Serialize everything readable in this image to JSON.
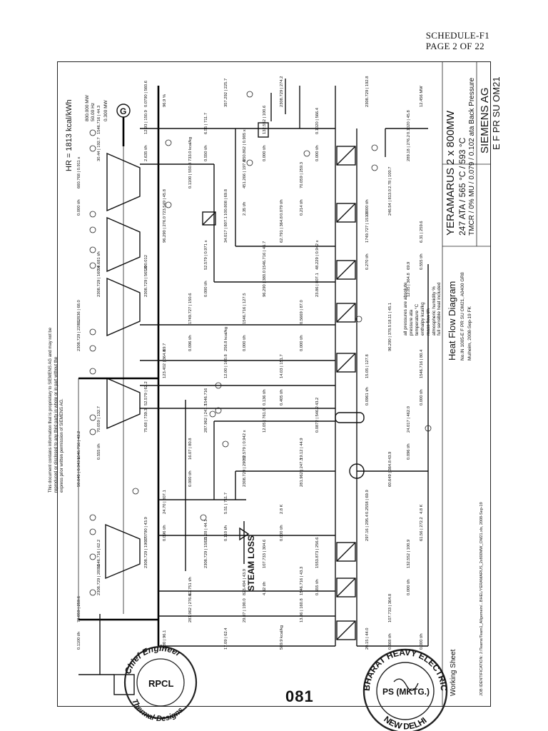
{
  "header": {
    "schedule": "SCHEDULE-F1",
    "page": "PAGE 2 OF 22"
  },
  "title_block": {
    "project": "YERAMARUS 2 x 800MW",
    "steam_params": "247 ATA / 565 °C / 593 °C",
    "load_case": "TMCR / 0% MU / 0.079 / 0.102 ata Back Pressure",
    "company": "SIEMENS AG",
    "doc_code": "E F PR SU OM21",
    "diagram_title": "Heat Flow Diagram",
    "doc_no": "No.IN 1005-E F PR SU OM21, A0400 GR8",
    "author_date": "Mulheim, 2008-Sep-19 FK"
  },
  "heat_rate": "HR = 1813 kcal/kWh",
  "generator": {
    "symbol": "G",
    "output": "800.000 MW",
    "freq": "50.00 Hz",
    "aux": "0.300 MW"
  },
  "labels": {
    "steam_loss": "STEAM LOSS",
    "working_sheet": "Working Sheet",
    "page_number": "081",
    "job_id": "JOB IDENTIFICATION: J:/Teams/Team1_Allgemein/...BHEL/YERAMARUS_2x800MW_OM21.xls, 2008-Sep-19",
    "disclaimer_1": "This document contains information that is proprietary to SIEMENS AG and may not be",
    "disclaimer_2": "reproduced or disclosed to any third party in whole or in part without the",
    "disclaimer_3": "express prior written permission of SIEMENS AG."
  },
  "legend": {
    "line1": "all pressures are absolute",
    "line2": "pressure ata",
    "line3": "temperature °C",
    "line4": "enthalpy kcal/kg",
    "line5": "mass flow t/h",
    "line6": "atmospheric humidity %",
    "line7": "full sensible heat included"
  },
  "stamps": {
    "left_outer": "Chief Engineer",
    "left_bottom": "Thermal-Designs",
    "left_center": "RPCL",
    "right_outer": "BHARAT HEAVY ELECTRICALS LIMITED",
    "right_bottom": "NEW DELHI",
    "right_center": "PS (MKTG.)"
  },
  "annotations": [
    "0.0790 | 560.6",
    "850.862 | 0.905 x",
    "0.000 t/h",
    "58.681 t/h",
    "256.8 kcal/kg",
    "43.2",
    "1546.716 | 43.2",
    "31.28 | 44.1",
    "1546.716 | 43.3",
    "0.000 t/h",
    "733.0 kcal/kg",
    "0.079 t/h",
    "69.9",
    "69.7",
    "0.136 t/h",
    "43.9",
    "0.0790 | 43.9",
    "823.494 | 43.9",
    "20.15 | 44.0",
    "1546.716 | 44.3",
    "100.808 | 69.8",
    "48.229 | 0.942 x",
    "0.2836 | 68.0",
    "1546.716",
    "19.12 | 44.9",
    "4.8 K",
    "62.751 t/h",
    "589.9 kcal/kg",
    "0.1020 | 45.8",
    "723.549 | 45.8",
    "1546.716 | 45.7",
    "18.11 | 45.1",
    "52.579 | 62.2",
    "52.579 | 0.942 x",
    "0.2558 | 69.9",
    "1546.716 | 62.2",
    "17.09 | 62.4",
    "0.1020 | 566.4",
    "660.768 | 0.911 x",
    "52.579 | 0.971 x",
    "0.5669 | 87.0",
    "1546.716 | 80.4",
    "16.07 | 80.8",
    "2.8 K",
    "132.552 | 100.9",
    "2.80 | 96.1",
    "132.552 | 100.6",
    "2.78 | 100.7",
    "200.012",
    "1546.716 | 127.5",
    "15.05 | 127.8",
    "70.059 | 132.7",
    "5.51 | 711.7",
    "1553.873 | 256.6",
    "70.059 | 259.6",
    "6.55 | 711.7",
    "70.059 | 259.3",
    "6.31 | 259.6",
    "1749.727 | 150.6",
    "14.03 | 151.7",
    "24.017 | 462.0",
    "24.70 | 807.1",
    "107.733 | 304.6",
    "107.733 | 364.8",
    "12.93 | 150.9",
    "451.266 | 197.6",
    "1749.727 | 151.8",
    "2308.729 | 160.4",
    "12.00 | 160.8",
    "0.0872 | 546.2",
    "50.640 | 0.943 x",
    "2308.729 | 158.3",
    "13.86 | 160.8",
    "12.456 MW",
    "0.1100 | 550.8",
    "62.791 | 364.8",
    "12.05 | 364.8",
    "123.402 | 364.8",
    "12.05 | 761.0",
    "60.649 | 364.8",
    "2308.729 | 190.7",
    "29.07 | 190.0",
    "2308.729 | 192.8",
    "30.44 | 192.7",
    "34.017 | 807.1",
    "23.86 | 807.1",
    "2308.729 | 228.6",
    "287.962 | 241.7",
    "281.962 | 247.3",
    "61.56 | 272.2",
    "281.962 | 276.0",
    "2308.729 | 274.2",
    "289.18 | 276.2",
    "96.290 | 276.0",
    "96.290 | 380.0",
    "96.290 | 378.5",
    "75.68 | 739.3",
    "2308.729 | 290.0",
    "297.16 | 295.4",
    "2308.729 | 289.6",
    "357.292 | 225.7",
    "0.000 t/h",
    "0.000 t/h",
    "0.000 t/h",
    "0.000 t/h",
    "0.000 t/h",
    "0.000 t/h",
    "0.000 t/h",
    "0.000 t/h",
    "96.9 %",
    "0.000 t/h",
    "246.54 | 813.0",
    "2308.729 | 565.0",
    "0.000 t/h",
    "0.0961 t/h",
    "0.555 t/h",
    "0.110 t/h",
    "0.555 t/h",
    "0.1100 t/h",
    "0.550 t/h",
    "0.214 t/h",
    "0.555 t/h",
    "0.096 t/h",
    "0.405 t/h",
    "0.096 t/h",
    "0.096 t/h",
    "4.32 t/h",
    "0.668 t/h",
    "2.635 t/h",
    "2.35 t/h",
    "0.270 t/h"
  ]
}
